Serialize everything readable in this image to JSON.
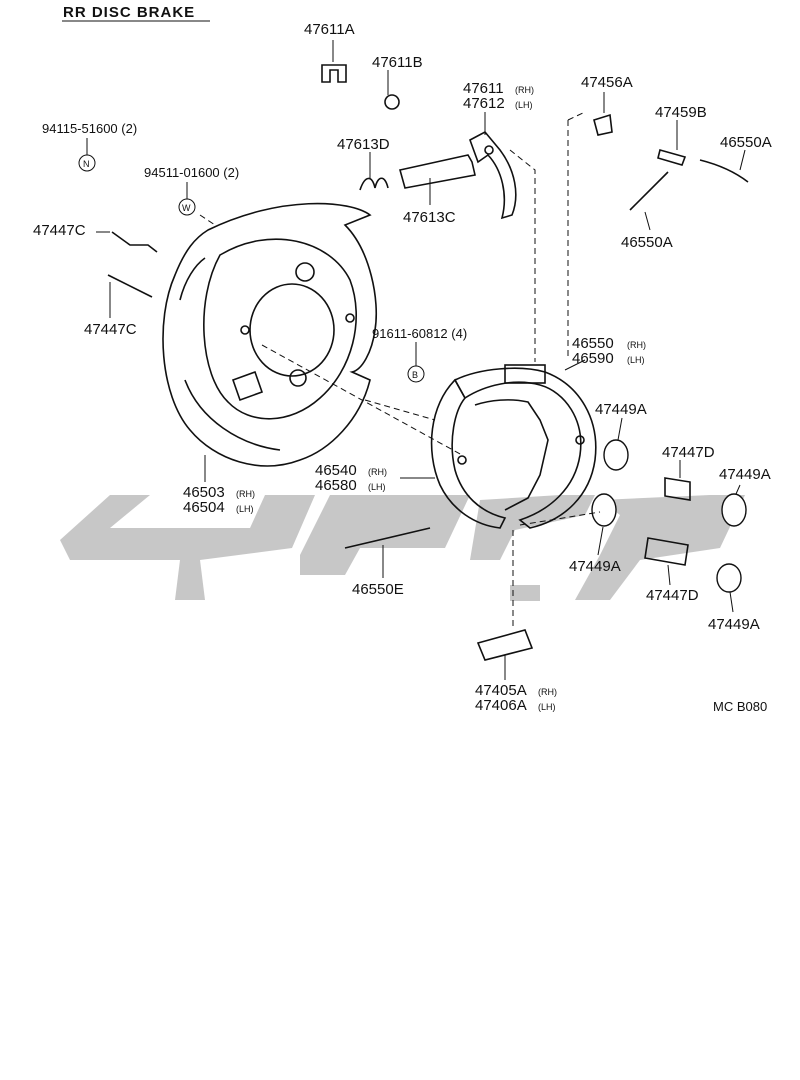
{
  "title": "RR  DISC  BRAKE",
  "footer_code": "MC   B080",
  "symbols": {
    "n": "N",
    "w": "W",
    "b": "B"
  },
  "labels": {
    "p47611A": "47611A",
    "p47611B": "47611B",
    "p47611": "47611",
    "p47611_rh": "(RH)",
    "p47612": "47612",
    "p47612_lh": "(LH)",
    "p47456A": "47456A",
    "p47459B": "47459B",
    "p46550A_top": "46550A",
    "p46550A_mid": "46550A",
    "p94115": "94115-51600 (2)",
    "p94511": "94511-01600 (2)",
    "p47613D": "47613D",
    "p47613C": "47613C",
    "p47447C_top": "47447C",
    "p47447C_bottom": "47447C",
    "p91611": "91611-60812 (4)",
    "p46550": "46550",
    "p46550_rh": "(RH)",
    "p46590": "46590",
    "p46590_lh": "(LH)",
    "p47449A_1": "47449A",
    "p47447D_top": "47447D",
    "p47449A_2": "47449A",
    "p46540": "46540",
    "p46540_rh": "(RH)",
    "p46580": "46580",
    "p46580_lh": "(LH)",
    "p46503": "46503",
    "p46503_rh": "(RH)",
    "p46504": "46504",
    "p46504_lh": "(LH)",
    "p47449A_3": "47449A",
    "p47447D_bottom": "47447D",
    "p47449A_4": "47449A",
    "p46550E": "46550E",
    "p47405A": "47405A",
    "p47405A_rh": "(RH)",
    "p47406A": "47406A",
    "p47406A_lh": "(LH)"
  }
}
